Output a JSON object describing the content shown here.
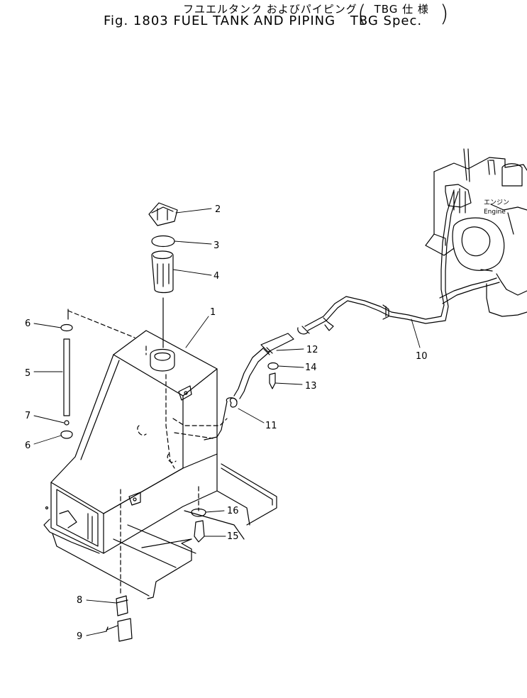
{
  "title": {
    "jp": "フユエルタンク およびパイピング",
    "jp_spec": "TBG 仕 様",
    "en": "Fig. 1803 FUEL TANK AND PIPING",
    "en_spec": "TBG Spec."
  },
  "engine": {
    "jp": "エンジン",
    "en": "Engine"
  },
  "callouts": [
    "1",
    "2",
    "3",
    "4",
    "5",
    "6",
    "6",
    "7",
    "8",
    "9",
    "10",
    "11",
    "12",
    "13",
    "14",
    "15",
    "16"
  ]
}
